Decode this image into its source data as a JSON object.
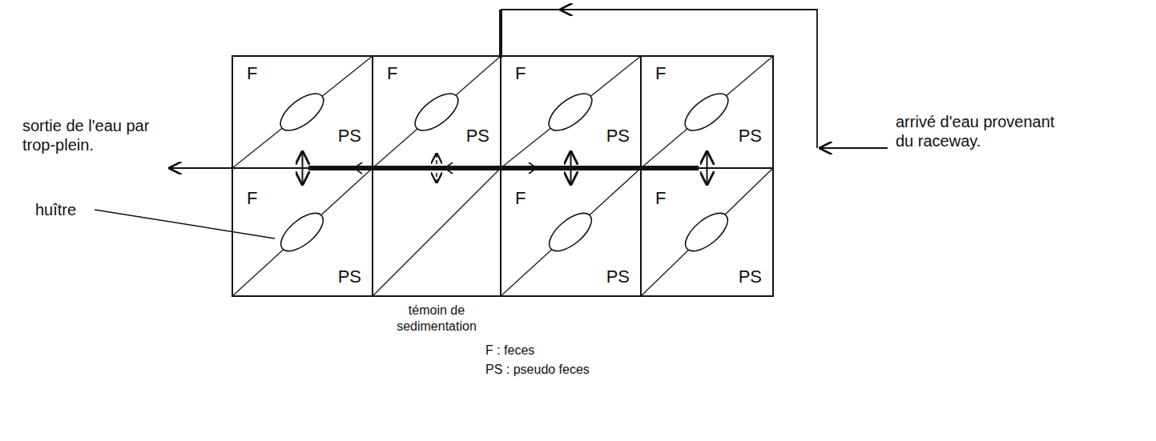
{
  "diagram": {
    "nodes": [
      {
        "text": [
          "F",
          "PS"
        ]
      },
      {
        "text": [
          "F",
          "PS"
        ]
      },
      {
        "text": [
          "F",
          "PS"
        ]
      },
      {
        "text": [
          "F",
          "PS"
        ]
      },
      {
        "text": [
          "F",
          "PS"
        ]
      },
      {
        "text": [
          "F",
          "PS"
        ]
      },
      {
        "text": [
          "F",
          "PS"
        ]
      }
    ],
    "edges": [
      {
        "from": 0,
        "to": 4,
        "arrow": "both"
      },
      {
        "from": 2,
        "to": 5,
        "arrow": "both"
      },
      {
        "from": 3,
        "to": 6,
        "arrow": "both"
      }
    ],
    "labels": [
      "sortie de l'eau par trop-plein.",
      "huître",
      "arrivé d'eau provenant du raceway.",
      "témoin de sedimentation",
      "F : feces",
      "PS : pseudo feces"
    ]
  }
}
